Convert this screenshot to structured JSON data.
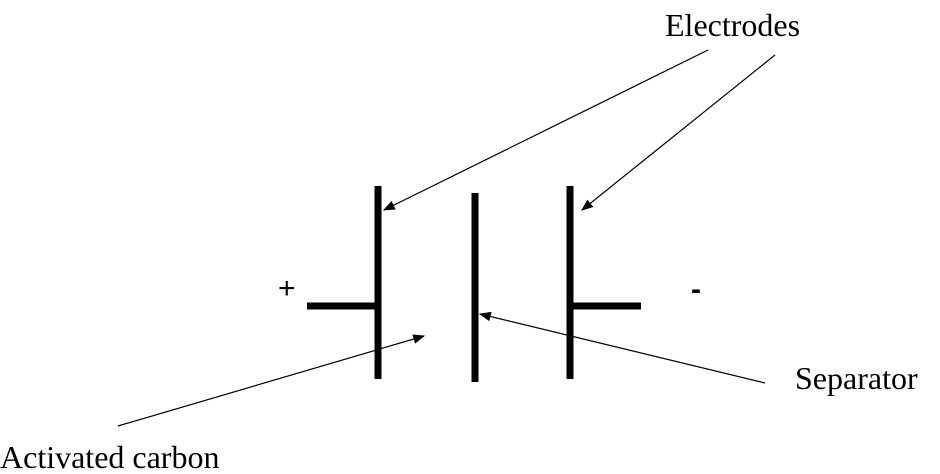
{
  "diagram": {
    "labels": {
      "electrodes": "Electrodes",
      "separator": "Separator",
      "activated_carbon": "Activated carbon",
      "positive": "+",
      "negative": "-"
    },
    "colors": {
      "ink": "#000000",
      "background": "#ffffff"
    }
  }
}
